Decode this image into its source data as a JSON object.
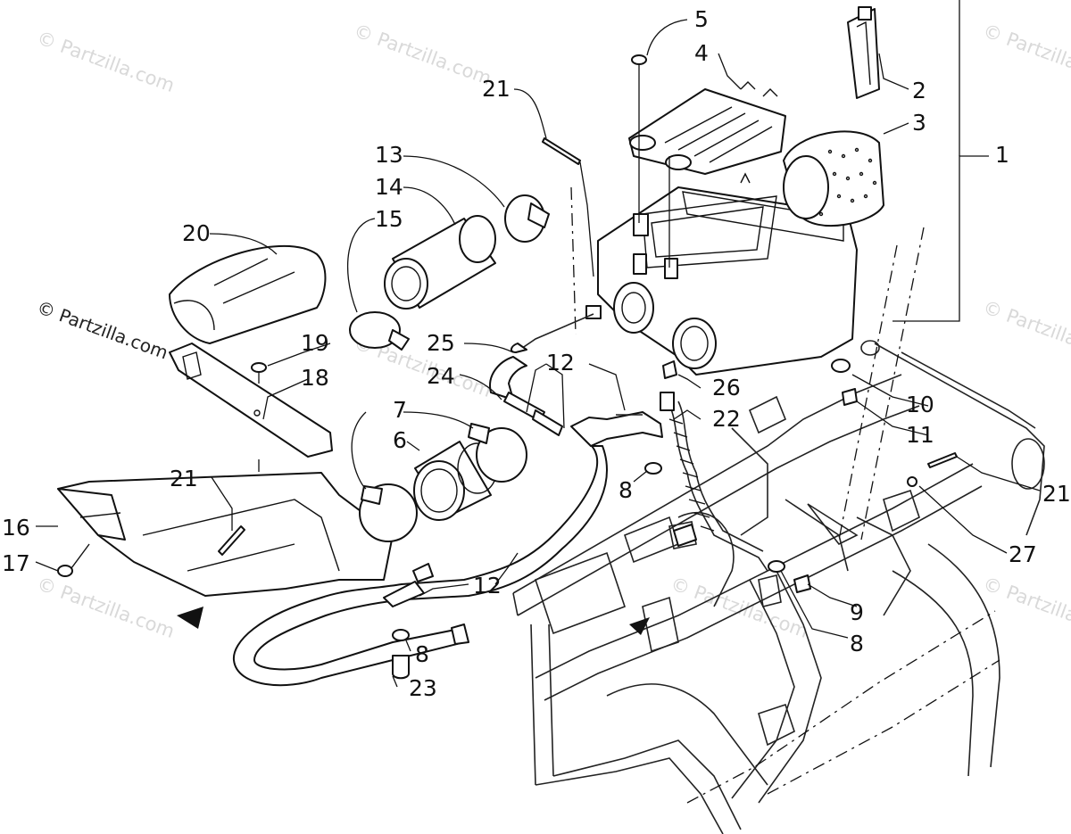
{
  "watermarks": [
    "© Partzilla.com"
  ],
  "labels": [
    "1",
    "2",
    "3",
    "4",
    "5",
    "6",
    "7",
    "8",
    "9",
    "10",
    "11",
    "12",
    "13",
    "14",
    "15",
    "16",
    "17",
    "18",
    "19",
    "20",
    "21",
    "22",
    "23",
    "24",
    "25",
    "26",
    "27"
  ],
  "colors": {
    "ink": "#111111",
    "watermark": "#d9d9d9",
    "background": "#ffffff"
  }
}
